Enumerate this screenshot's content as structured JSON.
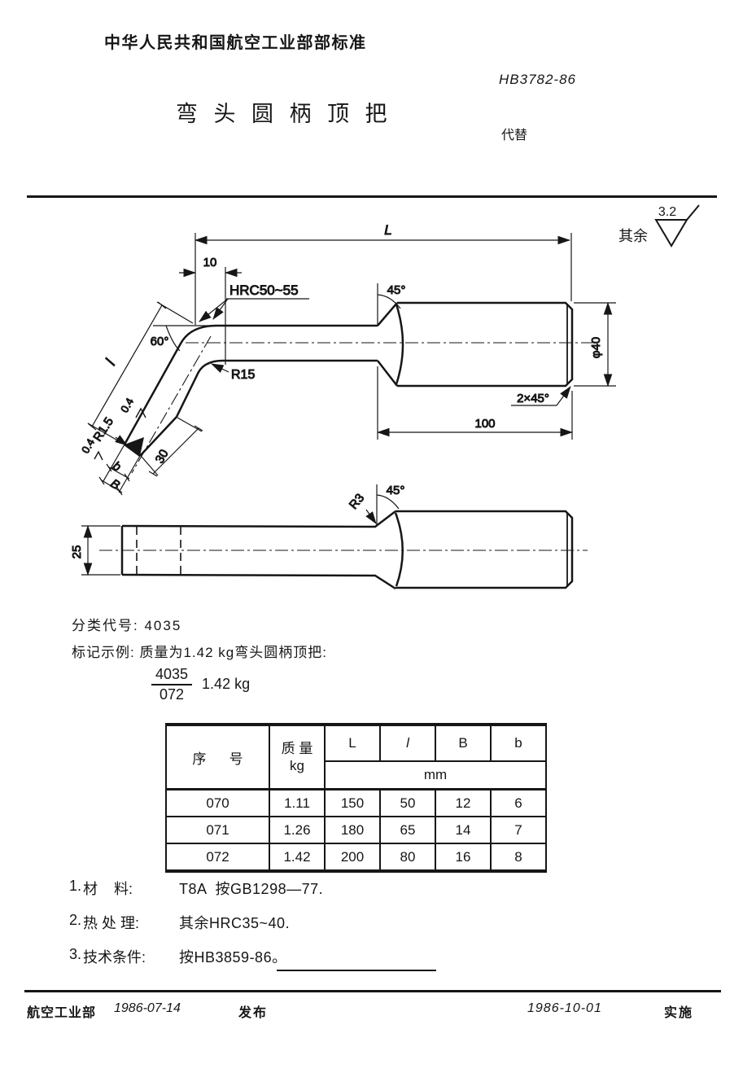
{
  "header": {
    "authority": "中华人民共和国航空工业部部标准",
    "standard_no": "HB3782-86",
    "title": "弯 头 圆 柄 顶 把",
    "replaces_label": "代替"
  },
  "surface_note": {
    "prefix": "其余",
    "roughness": "3.2"
  },
  "drawing_top": {
    "dim_L": "L",
    "dim_10": "10",
    "hardness": "HRC50~55",
    "angle_45": "45°",
    "angle_60": "60°",
    "dim_l": "l",
    "radius_r15": "R15",
    "radius_r1_5": "R1.5",
    "rough_a": "0.4",
    "rough_b": "0.4",
    "dim_30": "30",
    "dim_b": "b",
    "dim_B": "B",
    "dia_40": "φ40",
    "chamfer": "2×45°",
    "dim_100": "100"
  },
  "drawing_side": {
    "radius_r3": "R3",
    "angle_45": "45°",
    "dim_25": "25"
  },
  "classification": {
    "label": "分类代号:",
    "value": "4035"
  },
  "marking": {
    "label": "标记示例:",
    "description": "质量为1.42 kg弯头圆柄顶把:",
    "fraction_numerator": "4035",
    "fraction_denominator": "072",
    "mass": "1.42 kg"
  },
  "table": {
    "col_sn": "序      号",
    "col_mass_line1": "质 量",
    "col_mass_line2": "kg",
    "col_L": "L",
    "col_l": "l",
    "col_B": "B",
    "col_b": "b",
    "unit": "mm",
    "rows": [
      {
        "sn": "070",
        "mass": "1.11",
        "L": "150",
        "l": "50",
        "B": "12",
        "b": "6"
      },
      {
        "sn": "071",
        "mass": "1.26",
        "L": "180",
        "l": "65",
        "B": "14",
        "b": "7"
      },
      {
        "sn": "072",
        "mass": "1.42",
        "L": "200",
        "l": "80",
        "B": "16",
        "b": "8"
      }
    ]
  },
  "notes": [
    {
      "num": "1.",
      "label": "材    料:",
      "value": "T8A  按GB1298—77."
    },
    {
      "num": "2.",
      "label": "热 处 理:",
      "value": "其余HRC35~40."
    },
    {
      "num": "3.",
      "label": "技术条件:",
      "value": "按HB3859-86。"
    }
  ],
  "footer": {
    "issuer": "航空工业部",
    "issue_date": "1986-07-14",
    "issue_label": "发布",
    "implement_date": "1986-10-01",
    "implement_label": "实施"
  },
  "colors": {
    "ink": "#161616",
    "paper": "#ffffff"
  }
}
